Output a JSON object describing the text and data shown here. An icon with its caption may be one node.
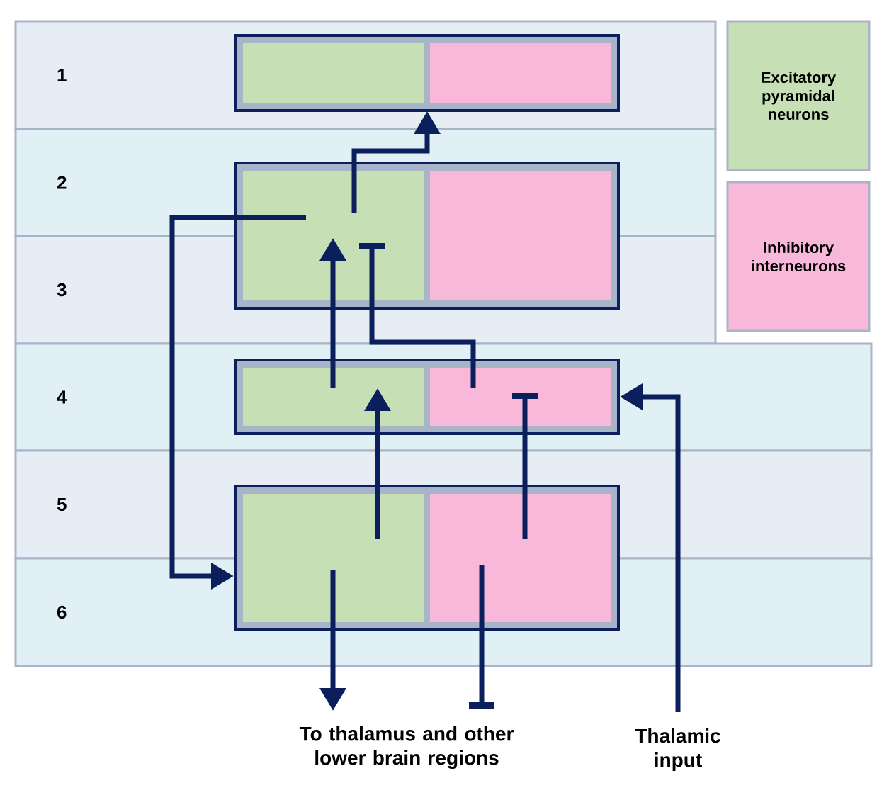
{
  "diagram": {
    "nodes": [
      {
        "text": [],
        "shape": "box"
      },
      {
        "text": [],
        "shape": "box",
        "in": 0
      },
      {
        "text": [],
        "shape": "box",
        "in": 0
      },
      {
        "text": [],
        "shape": "box"
      },
      {
        "text": [],
        "shape": "box",
        "in": 3
      },
      {
        "text": [],
        "shape": "box",
        "in": 3
      },
      {
        "text": [],
        "shape": "box"
      },
      {
        "text": [],
        "shape": "box",
        "in": 6
      },
      {
        "text": [],
        "shape": "box",
        "in": 6
      },
      {
        "text": [],
        "shape": "box"
      },
      {
        "text": [],
        "shape": "box",
        "in": 9
      },
      {
        "text": [],
        "shape": "box",
        "in": 9
      },
      {
        "text": [
          "To thalamus and other lower brain regions"
        ]
      },
      {
        "text": [
          "Thalamic input"
        ]
      }
    ],
    "edges": [
      {
        "from": 4,
        "to": 0,
        "arrow": "to"
      },
      {
        "from": 4,
        "to": 9,
        "arrow": "to"
      },
      {
        "from": 7,
        "to": 4,
        "arrow": "to"
      },
      {
        "from": 8,
        "to": 4,
        "arrow": "other"
      },
      {
        "from": 10,
        "to": 7,
        "arrow": "to"
      },
      {
        "from": 11,
        "to": 8,
        "arrow": "other"
      },
      {
        "from": 10,
        "to": 12,
        "arrow": "to"
      },
      {
        "from": 11,
        "to": 12,
        "arrow": "other"
      },
      {
        "from": 13,
        "to": 6,
        "arrow": "to"
      }
    ],
    "labels": [
      "1",
      "2",
      "3",
      "4",
      "5",
      "6"
    ],
    "legend": [
      {
        "text": "Excitatory pyramidal neurons",
        "color": "#c6dfb4"
      },
      {
        "text": "Inhibitory interneurons",
        "color": "#f7b8da"
      }
    ]
  }
}
